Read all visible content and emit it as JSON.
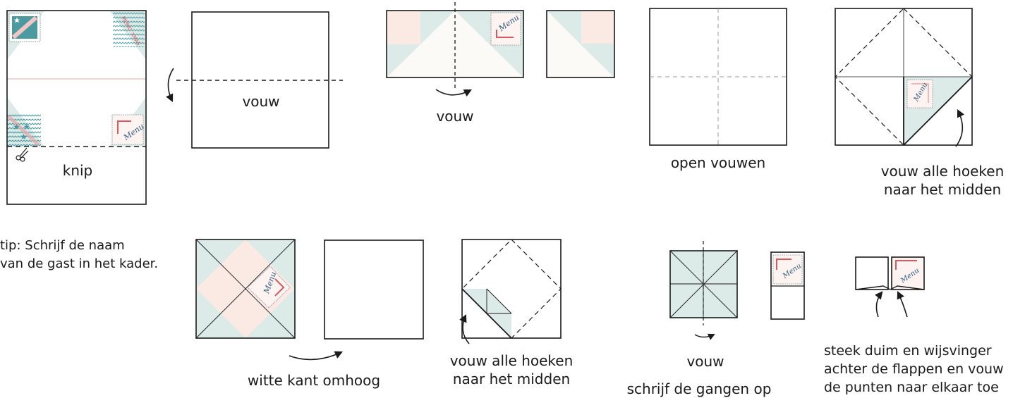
{
  "labels": {
    "knip": "knip",
    "vouw_1": "vouw",
    "vouw_2": "vouw",
    "open_vouwen": "open vouwen",
    "vouw_alle_hoeken_1": [
      "vouw alle hoeken",
      "naar het midden"
    ],
    "tip": [
      "tip: Schrijf de naam",
      "van de gast in het kader."
    ],
    "witte_kant": "witte kant omhoog",
    "vouw_alle_hoeken_2": [
      "vouw alle hoeken",
      "naar het midden"
    ],
    "vouw_3": "vouw",
    "schrijf_gangen": "schrijf de gangen op",
    "steek_duim": [
      "steek duim en wijsvinger",
      "achter de flappen en vouw",
      "de punten naar elkaar toe"
    ]
  },
  "decor": {
    "menu_word": "Menu",
    "merry_xmas": "MERRY XMAS"
  },
  "colors": {
    "line": "#1a1a1a",
    "dash": "#222222",
    "mint": "#dcebe8",
    "pink": "#fbe9e4",
    "teal": "#4a9aa0",
    "red": "#d9595f",
    "navy": "#2f5a7a"
  }
}
